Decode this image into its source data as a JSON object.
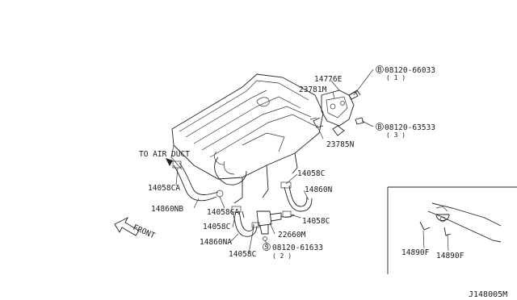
{
  "parts": {
    "p14776E": "14776E",
    "p23781M": "23781M",
    "p23785N": "23785N",
    "p14058CA_a": "14058CA",
    "p14860NB": "14860NB",
    "p14058CA_b": "14058CA",
    "p14058C_a": "14058C",
    "p14860NA": "14860NA",
    "p14058C_b": "14058C",
    "p14058C_c": "14058C",
    "p14860N": "14860N",
    "p14058C_d": "14058C",
    "p22660M": "22660M",
    "p14890F_a": "14890F",
    "p14890F_b": "14890F"
  },
  "bolts": {
    "b1_prefix": "B",
    "b1_part": "08120-66033",
    "b1_qty": "( 1 )",
    "b2_prefix": "B",
    "b2_part": "08120-63533",
    "b2_qty": "( 3 )",
    "b3_prefix": "S",
    "b3_part": "08120-61633",
    "b3_qty": "( 2 )"
  },
  "notes": {
    "to_air_duct": "TO AIR DUCT",
    "front": "FRONT"
  },
  "diagram_code": "J148005M"
}
